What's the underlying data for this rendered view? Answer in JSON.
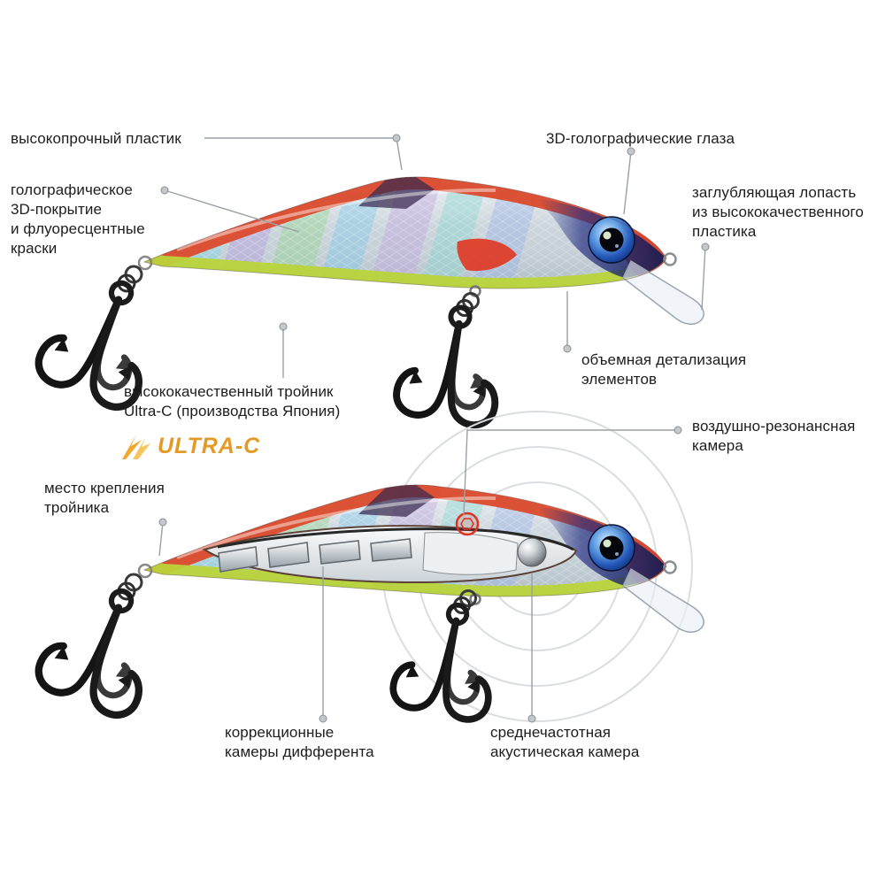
{
  "page": {
    "background_color": "#ffffff"
  },
  "brand": {
    "logo_text": "ULTRA-C",
    "logo_color": "#e49a26",
    "icon": "lightning-swoosh-icon"
  },
  "lure": {
    "back_color": "#dc4a2c",
    "belly_color": "#b9d43a",
    "body_silver": "#c7d2da",
    "head_color": "#1c2560",
    "eye_color": "#2458b8",
    "lip_color": "#e9eff5"
  },
  "labels": {
    "durable_plastic": {
      "text": "высокопрочный пластик"
    },
    "holo_coating": {
      "text": "голографическое\n3D-покрытие\nи флуоресцентные\nкраски"
    },
    "holo_eyes": {
      "text": "3D-голографические глаза"
    },
    "diving_lip": {
      "text": "заглубляющая лопасть\nиз высококачественного\nпластика"
    },
    "detailing": {
      "text": "объемная детализация\nэлементов"
    },
    "treble_hook": {
      "text": "высококачественный тройник\nUltra-C (производства Япония)"
    },
    "hook_mount": {
      "text": "место крепления\nтройника"
    },
    "air_chamber": {
      "text": "воздушно-резонансная\nкамера"
    },
    "trim_chambers": {
      "text": "коррекционные\nкамеры дифферента"
    },
    "acoustic_chamber": {
      "text": "среднечастотная\nакустическая камера"
    }
  }
}
